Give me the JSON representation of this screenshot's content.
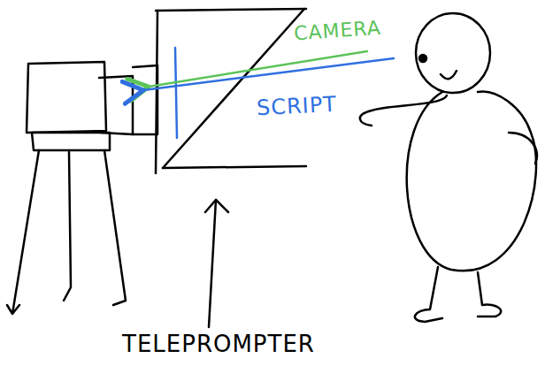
{
  "diagram": {
    "labels": [
      "CAMERA",
      "SCRIPT",
      "TELEPROMPTER"
    ]
  }
}
